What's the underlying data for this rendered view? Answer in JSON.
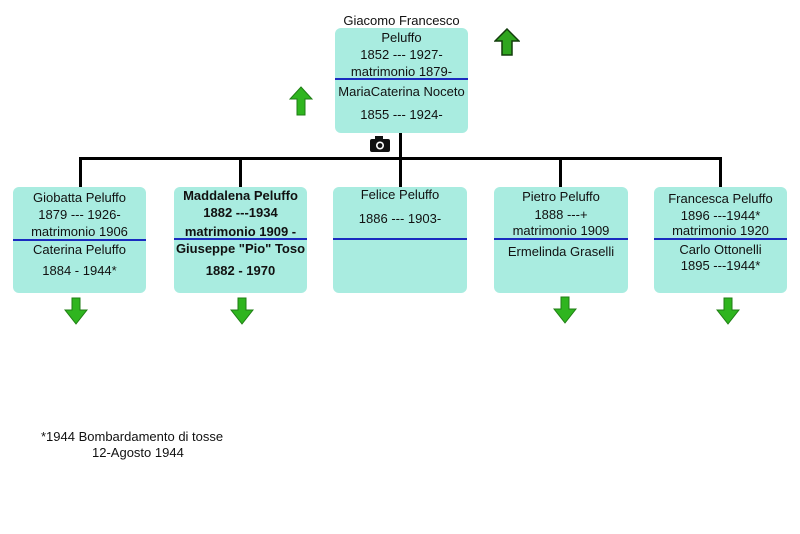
{
  "root": {
    "lines": [
      "Giacomo Francesco",
      "Peluffo",
      "1852 --- 1927-",
      "matrimonio 1879-",
      "MariaCaterina Noceto",
      "1855 --- 1924-"
    ]
  },
  "children": [
    {
      "lines": [
        "Giobatta Peluffo",
        "1879 --- 1926-",
        "matrimonio 1906",
        "Caterina Peluffo",
        "1884 - 1944*"
      ]
    },
    {
      "lines": [
        "Maddalena Peluffo",
        "1882 ---1934",
        "matrimonio 1909 -",
        "Giuseppe \"Pio\" Toso",
        "1882 - 1970"
      ]
    },
    {
      "lines": [
        "Felice Peluffo",
        "1886 --- 1903-"
      ]
    },
    {
      "lines": [
        "Pietro Peluffo",
        "1888 ---+",
        "matrimonio 1909",
        "Ermelinda Graselli"
      ]
    },
    {
      "lines": [
        "Francesca Peluffo",
        "1896 ---1944*",
        "matrimonio 1920",
        "Carlo Ottonelli",
        "1895 ---1944*"
      ]
    }
  ],
  "footnote": {
    "line1": "*1944 Bombardamento di tosse",
    "line2": "12-Agosto 1944"
  },
  "icons": {
    "arrow_up": "green-up-arrow-icon",
    "arrow_down": "green-down-arrow-icon",
    "camera": "camera-icon"
  },
  "colors": {
    "card": "#a9ece0",
    "divider": "#1a2bbf",
    "arrow": "#2fb51f"
  }
}
